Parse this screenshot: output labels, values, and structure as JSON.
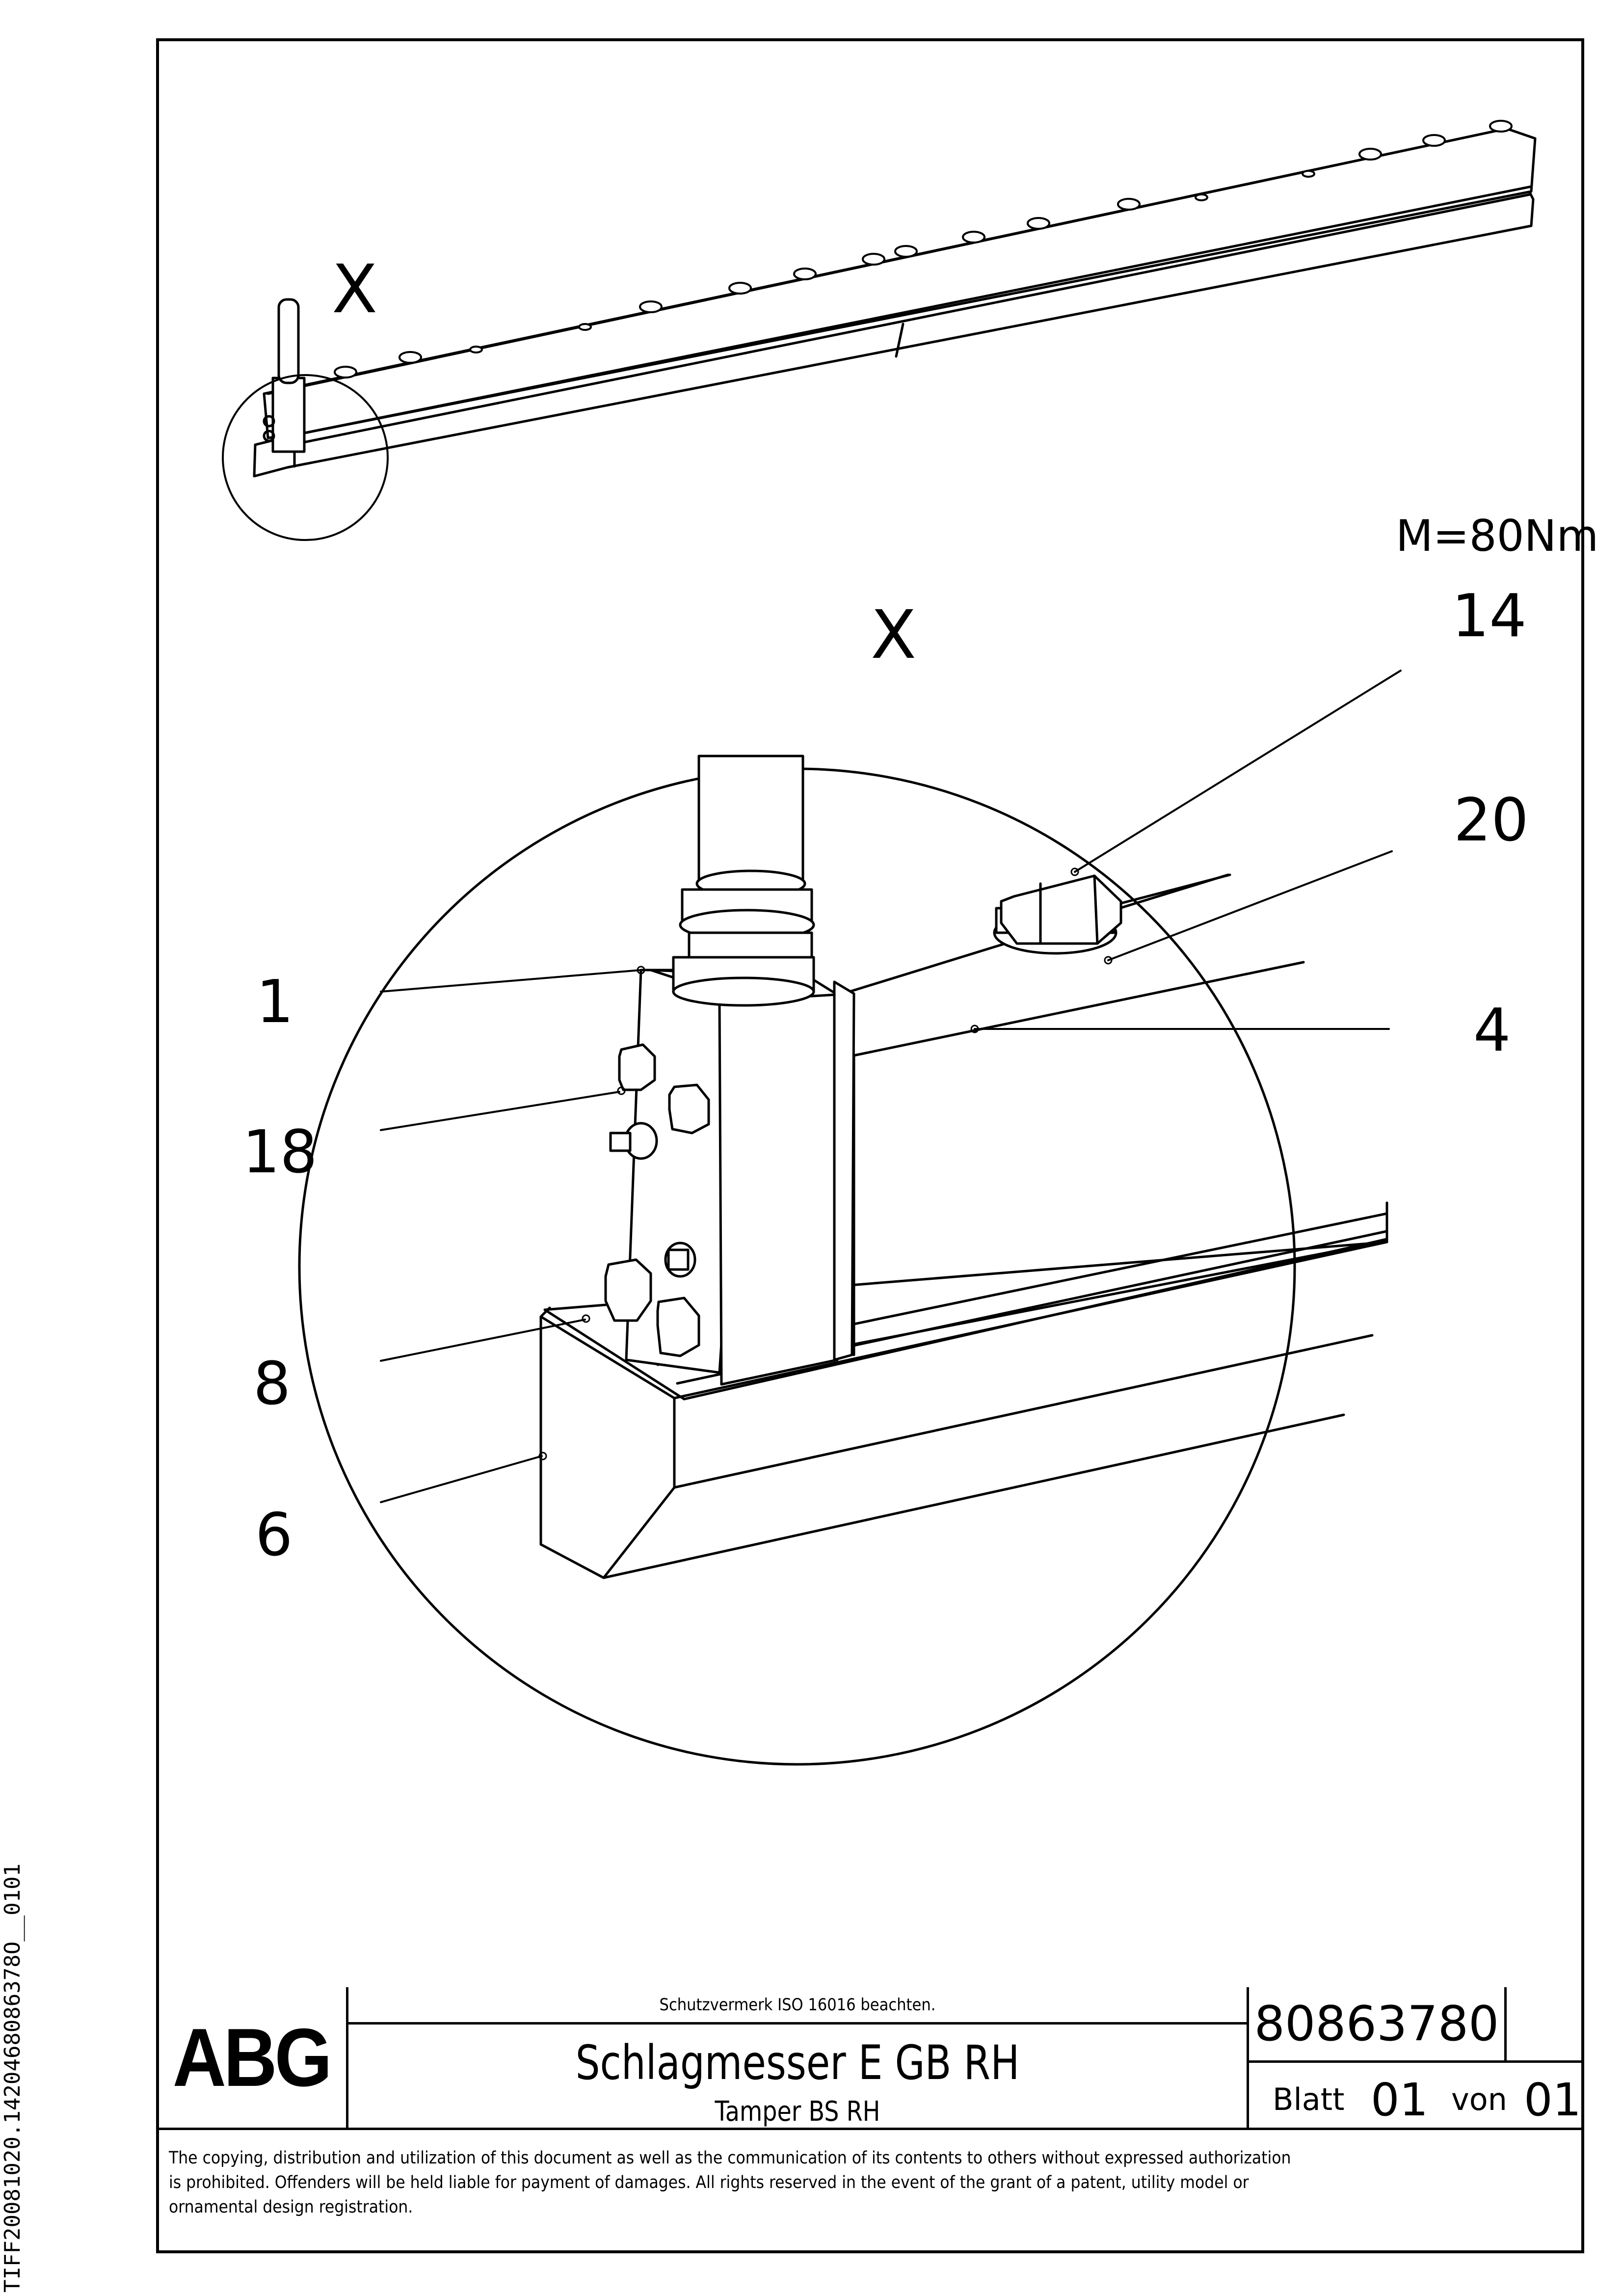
{
  "side_code": "TIFF20081020.1420468086378O__0101",
  "drawing": {
    "overview_label": "X",
    "detail_label": "X",
    "torque_note": "M=80Nm",
    "callouts": [
      "14",
      "20",
      "1",
      "4",
      "18",
      "8",
      "6"
    ]
  },
  "title_block": {
    "logo": "ABG",
    "notice": "Schutzvermerk ISO 16016 beachten.",
    "title": "Schlagmesser E GB RH",
    "subtitle": "Tamper BS RH",
    "doc_number": "80863780",
    "sheet_label": "Blatt",
    "sheet_number": "01",
    "of_label": "von",
    "of_number": "01"
  },
  "copyright": [
    "The copying, distribution and utilization of this document as well as the communication of its contents to others without expressed authorization",
    "is prohibited. Offenders will be held liable for payment of damages. All rights reserved in the event of the grant of a patent, utility model or",
    "ornamental design registration."
  ]
}
